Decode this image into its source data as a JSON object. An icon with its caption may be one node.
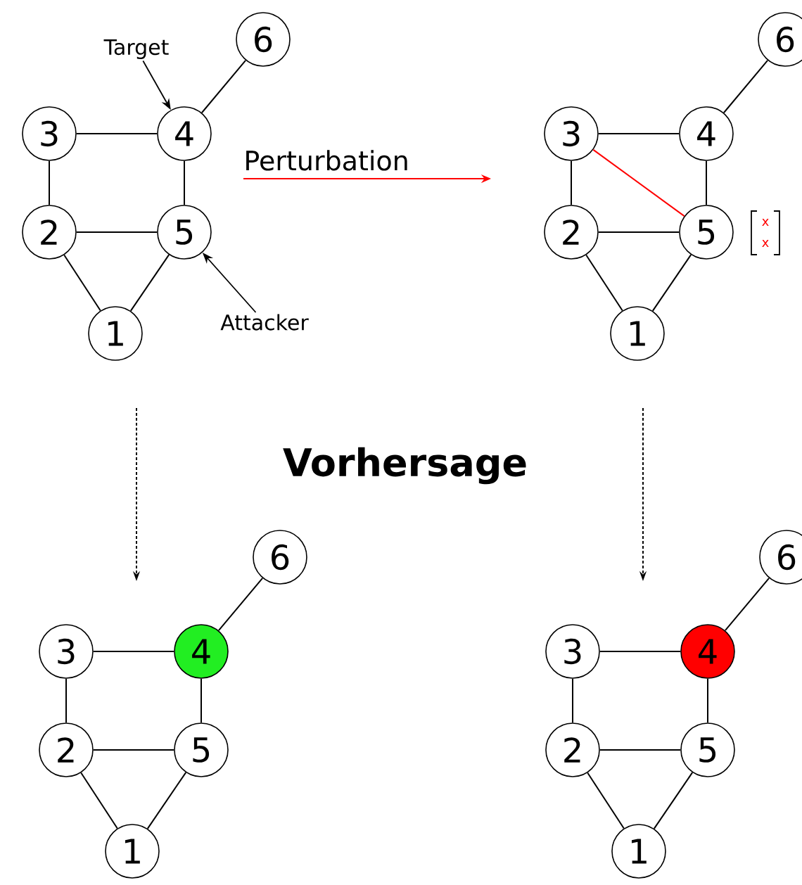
{
  "diagram": {
    "nodes": [
      {
        "text": [
          "1"
        ]
      },
      {
        "text": [
          "2"
        ]
      },
      {
        "text": [
          "3"
        ]
      },
      {
        "text": [
          "4"
        ]
      },
      {
        "text": [
          "5"
        ]
      },
      {
        "text": [
          "6"
        ]
      },
      {
        "text": [
          "1"
        ]
      },
      {
        "text": [
          "2"
        ]
      },
      {
        "text": [
          "3"
        ]
      },
      {
        "text": [
          "4"
        ]
      },
      {
        "text": [
          "5"
        ]
      },
      {
        "text": [
          "6"
        ]
      },
      {
        "text": [
          "1"
        ]
      },
      {
        "text": [
          "2"
        ]
      },
      {
        "text": [
          "3"
        ]
      },
      {
        "text": [
          "4"
        ]
      },
      {
        "text": [
          "5"
        ]
      },
      {
        "text": [
          "6"
        ]
      },
      {
        "text": [
          "1"
        ]
      },
      {
        "text": [
          "2"
        ]
      },
      {
        "text": [
          "3"
        ]
      },
      {
        "text": [
          "4"
        ]
      },
      {
        "text": [
          "5"
        ]
      },
      {
        "text": [
          "6"
        ]
      },
      {
        "text": [
          "Target"
        ]
      },
      {
        "text": [
          "Attacker"
        ]
      }
    ],
    "edges": [
      {
        "from": 0,
        "to": 1,
        "arrow": "none"
      },
      {
        "from": 0,
        "to": 4,
        "arrow": "none"
      },
      {
        "from": 1,
        "to": 2,
        "arrow": "none"
      },
      {
        "from": 1,
        "to": 4,
        "arrow": "none"
      },
      {
        "from": 2,
        "to": 3,
        "arrow": "none"
      },
      {
        "from": 3,
        "to": 4,
        "arrow": "none"
      },
      {
        "from": 3,
        "to": 5,
        "arrow": "none"
      },
      {
        "from": 6,
        "to": 7,
        "arrow": "none"
      },
      {
        "from": 6,
        "to": 10,
        "arrow": "none"
      },
      {
        "from": 7,
        "to": 8,
        "arrow": "none"
      },
      {
        "from": 7,
        "to": 10,
        "arrow": "none"
      },
      {
        "from": 8,
        "to": 9,
        "arrow": "none"
      },
      {
        "from": 9,
        "to": 10,
        "arrow": "none"
      },
      {
        "from": 9,
        "to": 11,
        "arrow": "none"
      },
      {
        "from": 8,
        "to": 10,
        "arrow": "none",
        "color": "#ff0000"
      },
      {
        "from": 12,
        "to": 13,
        "arrow": "none"
      },
      {
        "from": 12,
        "to": 16,
        "arrow": "none"
      },
      {
        "from": 13,
        "to": 14,
        "arrow": "none"
      },
      {
        "from": 13,
        "to": 16,
        "arrow": "none"
      },
      {
        "from": 14,
        "to": 15,
        "arrow": "none"
      },
      {
        "from": 15,
        "to": 16,
        "arrow": "none"
      },
      {
        "from": 15,
        "to": 17,
        "arrow": "none"
      },
      {
        "from": 18,
        "to": 19,
        "arrow": "none"
      },
      {
        "from": 18,
        "to": 22,
        "arrow": "none"
      },
      {
        "from": 19,
        "to": 20,
        "arrow": "none"
      },
      {
        "from": 19,
        "to": 22,
        "arrow": "none"
      },
      {
        "from": 20,
        "to": 21,
        "arrow": "none"
      },
      {
        "from": 21,
        "to": 22,
        "arrow": "none"
      },
      {
        "from": 21,
        "to": 23,
        "arrow": "none"
      },
      {
        "from": 24,
        "to": 3,
        "arrow": "to"
      },
      {
        "from": 25,
        "to": 4,
        "arrow": "to"
      }
    ],
    "labels": [
      "Perturbation",
      "x",
      "x",
      "Vorhersage"
    ]
  }
}
